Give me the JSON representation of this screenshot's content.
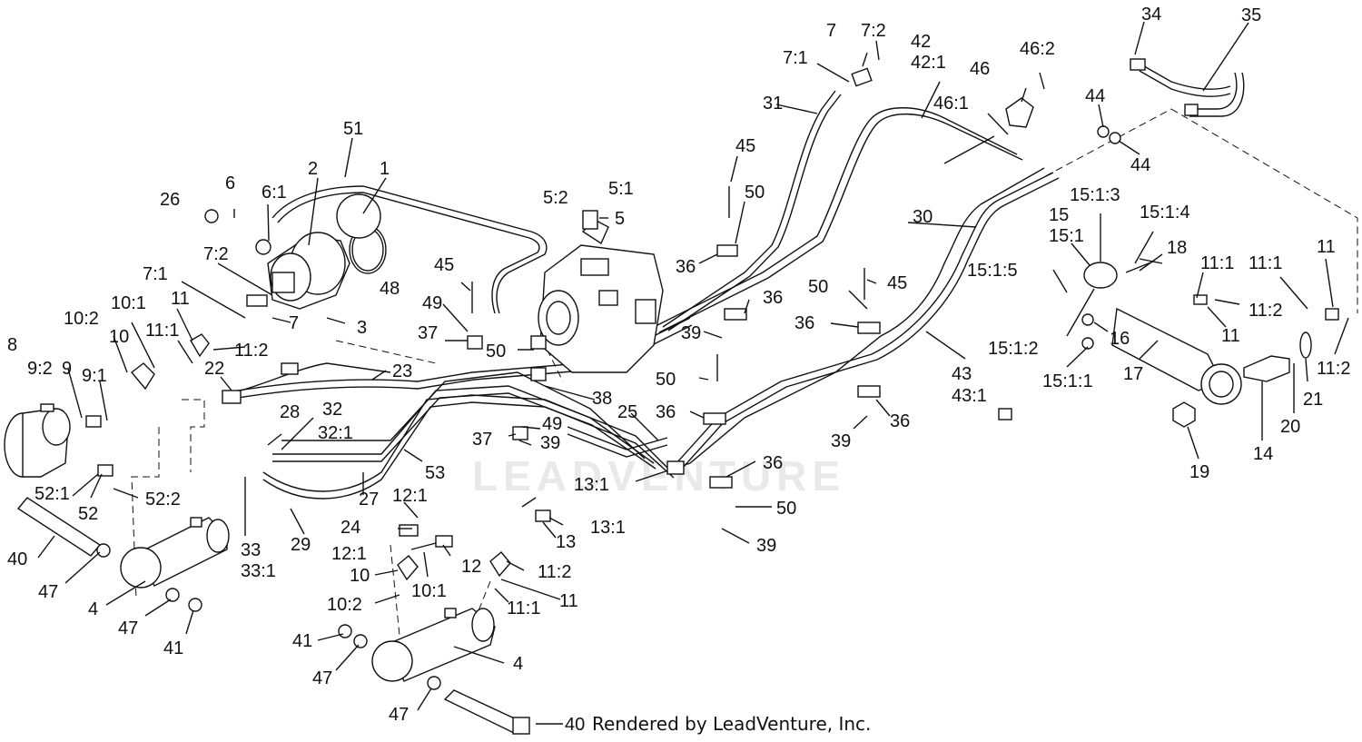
{
  "watermark": "LEADVENTURE",
  "credit": "Rendered by LeadVenture, Inc.",
  "callouts": [
    {
      "id": "c1",
      "text": "1"
    },
    {
      "id": "c2",
      "text": "2"
    },
    {
      "id": "c3",
      "text": "3"
    },
    {
      "id": "c4a",
      "text": "4"
    },
    {
      "id": "c4b",
      "text": "4"
    },
    {
      "id": "c5",
      "text": "5"
    },
    {
      "id": "c5_1",
      "text": "5:1"
    },
    {
      "id": "c5_2",
      "text": "5:2"
    },
    {
      "id": "c6",
      "text": "6"
    },
    {
      "id": "c6_1",
      "text": "6:1"
    },
    {
      "id": "c7a",
      "text": "7"
    },
    {
      "id": "c7_1a",
      "text": "7:1"
    },
    {
      "id": "c7_2a",
      "text": "7:2"
    },
    {
      "id": "c7b",
      "text": "7"
    },
    {
      "id": "c7_1b",
      "text": "7:1"
    },
    {
      "id": "c7_2b",
      "text": "7:2"
    },
    {
      "id": "c8",
      "text": "8"
    },
    {
      "id": "c9",
      "text": "9"
    },
    {
      "id": "c9_1",
      "text": "9:1"
    },
    {
      "id": "c9_2",
      "text": "9:2"
    },
    {
      "id": "c10a",
      "text": "10"
    },
    {
      "id": "c10_1a",
      "text": "10:1"
    },
    {
      "id": "c10_2a",
      "text": "10:2"
    },
    {
      "id": "c10b",
      "text": "10"
    },
    {
      "id": "c10_1b",
      "text": "10:1"
    },
    {
      "id": "c10_2b",
      "text": "10:2"
    },
    {
      "id": "c11a",
      "text": "11"
    },
    {
      "id": "c11_1a",
      "text": "11:1"
    },
    {
      "id": "c11_2a",
      "text": "11:2"
    },
    {
      "id": "c11b",
      "text": "11"
    },
    {
      "id": "c11_1b",
      "text": "11:1"
    },
    {
      "id": "c11_2b",
      "text": "11:2"
    },
    {
      "id": "c11c",
      "text": "11"
    },
    {
      "id": "c11_1c",
      "text": "11:1"
    },
    {
      "id": "c11_2c",
      "text": "11:2"
    },
    {
      "id": "c11d",
      "text": "11"
    },
    {
      "id": "c11_1d",
      "text": "11:1"
    },
    {
      "id": "c11_2d",
      "text": "11:2"
    },
    {
      "id": "c12",
      "text": "12"
    },
    {
      "id": "c12_1a",
      "text": "12:1"
    },
    {
      "id": "c12_1b",
      "text": "12:1"
    },
    {
      "id": "c13",
      "text": "13"
    },
    {
      "id": "c13_1a",
      "text": "13:1"
    },
    {
      "id": "c13_1b",
      "text": "13:1"
    },
    {
      "id": "c14",
      "text": "14"
    },
    {
      "id": "c15",
      "text": "15"
    },
    {
      "id": "c15_1",
      "text": "15:1"
    },
    {
      "id": "c15_1_1",
      "text": "15:1:1"
    },
    {
      "id": "c15_1_2",
      "text": "15:1:2"
    },
    {
      "id": "c15_1_3",
      "text": "15:1:3"
    },
    {
      "id": "c15_1_4",
      "text": "15:1:4"
    },
    {
      "id": "c15_1_5",
      "text": "15:1:5"
    },
    {
      "id": "c16",
      "text": "16"
    },
    {
      "id": "c17",
      "text": "17"
    },
    {
      "id": "c18",
      "text": "18"
    },
    {
      "id": "c19",
      "text": "19"
    },
    {
      "id": "c20",
      "text": "20"
    },
    {
      "id": "c21",
      "text": "21"
    },
    {
      "id": "c22",
      "text": "22"
    },
    {
      "id": "c23",
      "text": "23"
    },
    {
      "id": "c24",
      "text": "24"
    },
    {
      "id": "c25",
      "text": "25"
    },
    {
      "id": "c26",
      "text": "26"
    },
    {
      "id": "c27",
      "text": "27"
    },
    {
      "id": "c28",
      "text": "28"
    },
    {
      "id": "c29",
      "text": "29"
    },
    {
      "id": "c30",
      "text": "30"
    },
    {
      "id": "c31",
      "text": "31"
    },
    {
      "id": "c32",
      "text": "32"
    },
    {
      "id": "c32_1",
      "text": "32:1"
    },
    {
      "id": "c33",
      "text": "33"
    },
    {
      "id": "c33_1",
      "text": "33:1"
    },
    {
      "id": "c34",
      "text": "34"
    },
    {
      "id": "c35",
      "text": "35"
    },
    {
      "id": "c36a",
      "text": "36"
    },
    {
      "id": "c36b",
      "text": "36"
    },
    {
      "id": "c36c",
      "text": "36"
    },
    {
      "id": "c36d",
      "text": "36"
    },
    {
      "id": "c36e",
      "text": "36"
    },
    {
      "id": "c36f",
      "text": "36"
    },
    {
      "id": "c37a",
      "text": "37"
    },
    {
      "id": "c37b",
      "text": "37"
    },
    {
      "id": "c38",
      "text": "38"
    },
    {
      "id": "c39a",
      "text": "39"
    },
    {
      "id": "c39b",
      "text": "39"
    },
    {
      "id": "c39c",
      "text": "39"
    },
    {
      "id": "c39d",
      "text": "39"
    },
    {
      "id": "c40a",
      "text": "40"
    },
    {
      "id": "c40b",
      "text": "40"
    },
    {
      "id": "c41a",
      "text": "41"
    },
    {
      "id": "c41b",
      "text": "41"
    },
    {
      "id": "c42",
      "text": "42"
    },
    {
      "id": "c42_1",
      "text": "42:1"
    },
    {
      "id": "c43",
      "text": "43"
    },
    {
      "id": "c43_1",
      "text": "43:1"
    },
    {
      "id": "c44a",
      "text": "44"
    },
    {
      "id": "c44b",
      "text": "44"
    },
    {
      "id": "c45a",
      "text": "45"
    },
    {
      "id": "c45b",
      "text": "45"
    },
    {
      "id": "c45c",
      "text": "45"
    },
    {
      "id": "c46",
      "text": "46"
    },
    {
      "id": "c46_1",
      "text": "46:1"
    },
    {
      "id": "c46_2",
      "text": "46:2"
    },
    {
      "id": "c47a",
      "text": "47"
    },
    {
      "id": "c47b",
      "text": "47"
    },
    {
      "id": "c47c",
      "text": "47"
    },
    {
      "id": "c47d",
      "text": "47"
    },
    {
      "id": "c48",
      "text": "48"
    },
    {
      "id": "c49a",
      "text": "49"
    },
    {
      "id": "c49b",
      "text": "49"
    },
    {
      "id": "c50a",
      "text": "50"
    },
    {
      "id": "c50b",
      "text": "50"
    },
    {
      "id": "c50c",
      "text": "50"
    },
    {
      "id": "c50d",
      "text": "50"
    },
    {
      "id": "c50e",
      "text": "50"
    },
    {
      "id": "c51",
      "text": "51"
    },
    {
      "id": "c52",
      "text": "52"
    },
    {
      "id": "c52_1",
      "text": "52:1"
    },
    {
      "id": "c52_2",
      "text": "52:2"
    },
    {
      "id": "c53",
      "text": "53"
    }
  ]
}
